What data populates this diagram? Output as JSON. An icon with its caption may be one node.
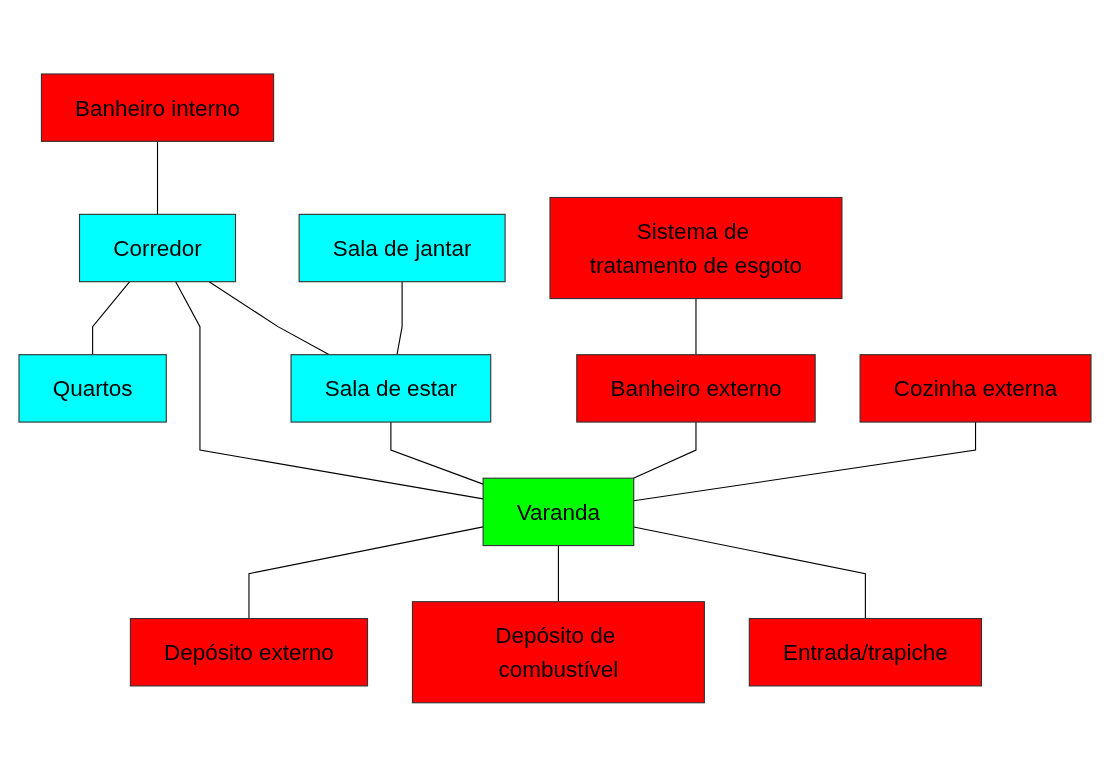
{
  "diagram": {
    "nodes": [
      {
        "text": [
          "Banheiro interno"
        ]
      },
      {
        "text": [
          "Corredor"
        ]
      },
      {
        "text": [
          "Quartos"
        ]
      },
      {
        "text": [
          "Sala de jantar"
        ]
      },
      {
        "text": [
          "Sala de estar"
        ]
      },
      {
        "text": [
          "Sistema de tratamento de esgoto"
        ]
      },
      {
        "text": [
          "Banheiro externo"
        ]
      },
      {
        "text": [
          "Varanda"
        ]
      },
      {
        "text": [
          "Depósito externo"
        ]
      },
      {
        "text": [
          "Depósito de combustível"
        ]
      },
      {
        "text": [
          "Cozinha externa"
        ]
      },
      {
        "text": [
          "Entrada/trapiche"
        ]
      }
    ],
    "edges": [
      {
        "from": 0,
        "to": 1,
        "arrow": "none"
      },
      {
        "from": 1,
        "to": 2,
        "arrow": "none"
      },
      {
        "from": 1,
        "to": 4,
        "arrow": "none"
      },
      {
        "from": 1,
        "to": 7,
        "arrow": "none"
      },
      {
        "from": 3,
        "to": 4,
        "arrow": "none"
      },
      {
        "from": 4,
        "to": 7,
        "arrow": "none"
      },
      {
        "from": 5,
        "to": 6,
        "arrow": "none"
      },
      {
        "from": 6,
        "to": 7,
        "arrow": "none"
      },
      {
        "from": 10,
        "to": 7,
        "arrow": "none"
      },
      {
        "from": 7,
        "to": 8,
        "arrow": "none"
      },
      {
        "from": 7,
        "to": 9,
        "arrow": "none"
      },
      {
        "from": 7,
        "to": 11,
        "arrow": "none"
      }
    ]
  }
}
